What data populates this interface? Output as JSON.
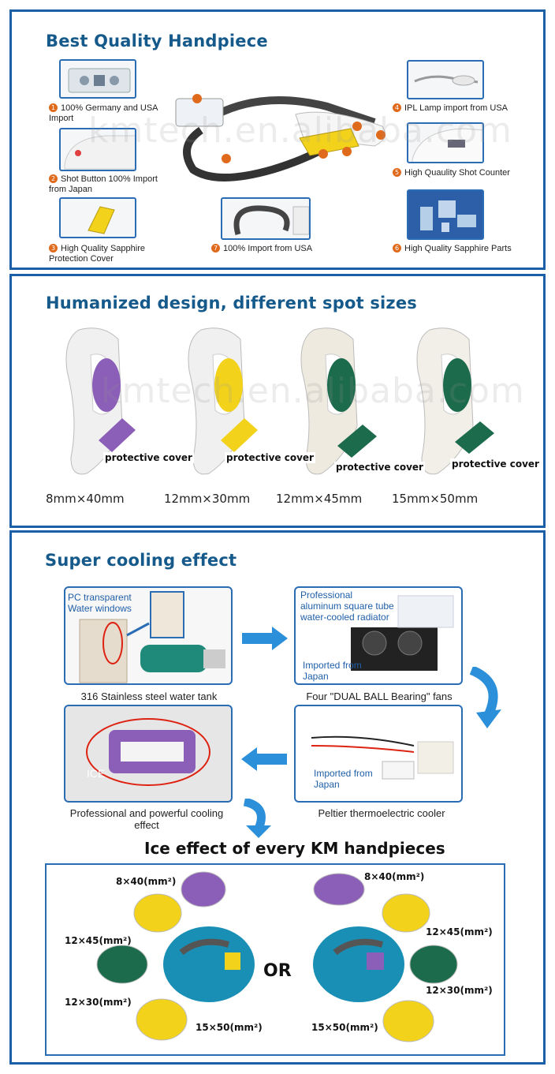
{
  "section1": {
    "title": "Best Quality Handpiece",
    "features": [
      {
        "num": "1",
        "text": "100% Germany and USA Import"
      },
      {
        "num": "2",
        "text": "Shot Button 100% Import from Japan"
      },
      {
        "num": "3",
        "text": "High Quality Sapphire Protection Cover"
      },
      {
        "num": "4",
        "text": "IPL Lamp import from USA"
      },
      {
        "num": "5",
        "text": "High Quaulity Shot Counter"
      },
      {
        "num": "6",
        "text": "High Quality Sapphire Parts"
      },
      {
        "num": "7",
        "text": "100% Import from USA"
      }
    ]
  },
  "watermark": "kmtech.en.alibaba.com",
  "section2": {
    "title": "Humanized design, different spot sizes",
    "protective_label": "protective cover",
    "sizes": [
      "8mm×40mm",
      "12mm×30mm",
      "12mm×45mm",
      "15mm×50mm"
    ]
  },
  "section3": {
    "title": "Super cooling effect",
    "box1": {
      "note": "PC transparent Water windows",
      "caption": "316 Stainless steel water tank"
    },
    "box2": {
      "note": "Professional aluminum square tube water-cooled radiator",
      "import_note": "Imported from Japan",
      "caption": "Four \"DUAL BALL Bearing\" fans"
    },
    "box3": {
      "label": "ICE",
      "caption": "Professional and powerful cooling effect"
    },
    "box4": {
      "import_note": "Imported from Japan",
      "caption": "Peltier thermoelectric cooler"
    },
    "ice": {
      "title": "Ice effect of every KM handpieces",
      "or": "OR",
      "left": [
        "8×40(mm²)",
        "12×45(mm²)",
        "12×30(mm²)",
        "15×50(mm²)"
      ],
      "right": [
        "8×40(mm²)",
        "12×45(mm²)",
        "12×30(mm²)",
        "15×50(mm²)"
      ]
    }
  },
  "colors": {
    "frame": "#1a5fa8",
    "title": "#155a8a",
    "badge": "#e06a1c",
    "purple": "#8b5fb8",
    "yellow": "#f2d21b",
    "green": "#1d6b4d"
  }
}
